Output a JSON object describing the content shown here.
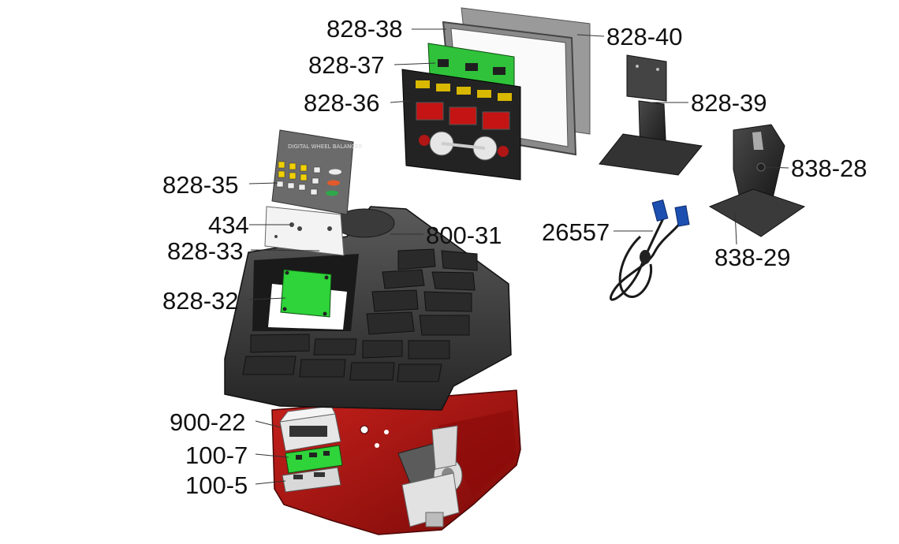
{
  "diagram": {
    "labels": [
      {
        "id": "828-38",
        "text": "828-38"
      },
      {
        "id": "828-40",
        "text": "828-40"
      },
      {
        "id": "828-37",
        "text": "828-37"
      },
      {
        "id": "828-36",
        "text": "828-36"
      },
      {
        "id": "828-39",
        "text": "828-39"
      },
      {
        "id": "838-28",
        "text": "838-28"
      },
      {
        "id": "828-35",
        "text": "828-35"
      },
      {
        "id": "434",
        "text": "434"
      },
      {
        "id": "828-33",
        "text": "828-33"
      },
      {
        "id": "800-31",
        "text": "800-31"
      },
      {
        "id": "26557",
        "text": "26557"
      },
      {
        "id": "838-29",
        "text": "838-29"
      },
      {
        "id": "828-32",
        "text": "828-32"
      },
      {
        "id": "900-22",
        "text": "900-22"
      },
      {
        "id": "100-7",
        "text": "100-7"
      },
      {
        "id": "100-5",
        "text": "100-5"
      }
    ],
    "keypad_title": "DIGITAL WHEEL BALANCER",
    "colors": {
      "console_body": "#3e3e3e",
      "cabinet": "#b3120f",
      "pcb": "#2fd33a",
      "cable": "#1c4fb0",
      "display": "#c41414",
      "stand": "#2d2d2d"
    }
  }
}
